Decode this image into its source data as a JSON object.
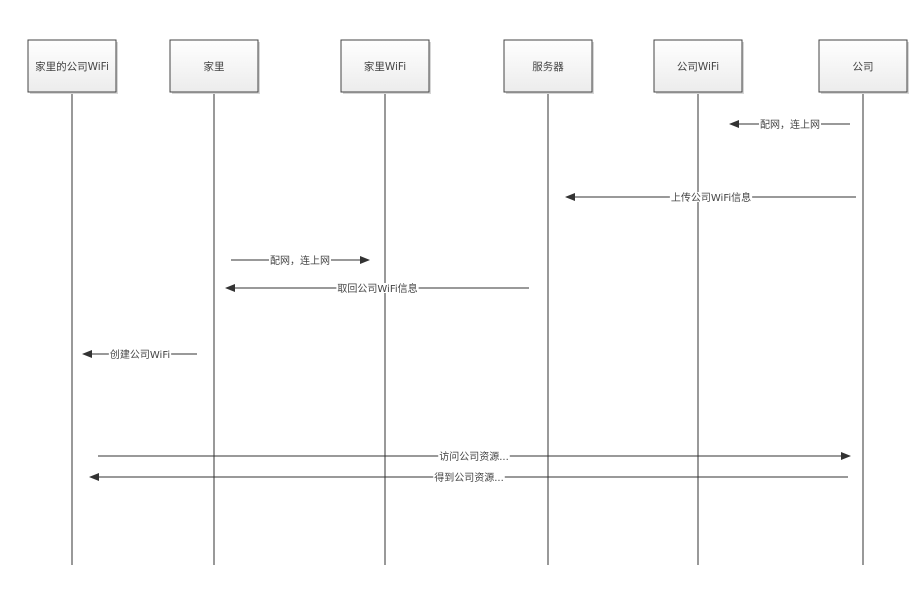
{
  "participants": [
    {
      "id": "home_company_wifi",
      "label": "家里的公司WiFi"
    },
    {
      "id": "home",
      "label": "家里"
    },
    {
      "id": "home_wifi",
      "label": "家里WiFi"
    },
    {
      "id": "server",
      "label": "服务器"
    },
    {
      "id": "company_wifi",
      "label": "公司WiFi"
    },
    {
      "id": "company",
      "label": "公司"
    }
  ],
  "messages": [
    {
      "from": "company",
      "to": "company_wifi",
      "label": "配网，连上网"
    },
    {
      "from": "company",
      "to": "server",
      "label": "上传公司WiFi信息"
    },
    {
      "from": "home",
      "to": "home_wifi",
      "label": "配网，连上网"
    },
    {
      "from": "server",
      "to": "home",
      "label": "取回公司WiFi信息"
    },
    {
      "from": "home",
      "to": "home_company_wifi",
      "label": "创建公司WiFi"
    },
    {
      "from": "home_company_wifi",
      "to": "company",
      "label": "访问公司资源..."
    },
    {
      "from": "company",
      "to": "home_company_wifi",
      "label": "得到公司资源..."
    }
  ],
  "colors": {
    "line": "#333333",
    "box_border": "#444444",
    "text": "#444444"
  }
}
